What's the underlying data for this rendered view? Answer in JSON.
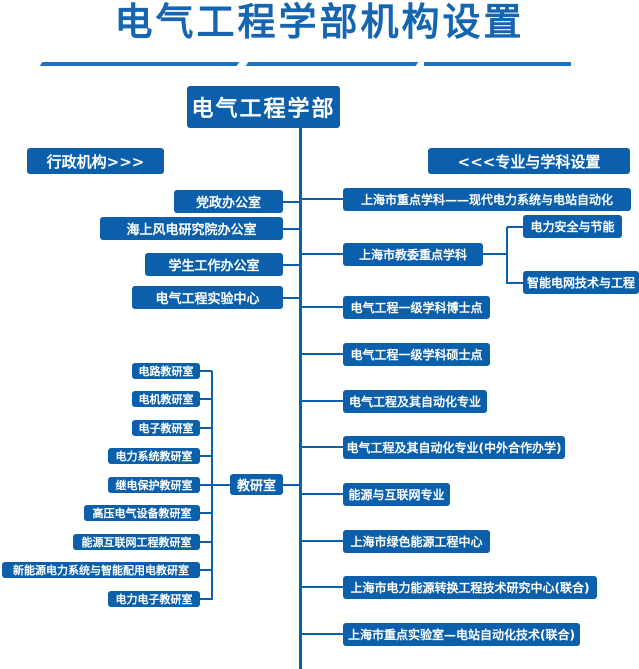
{
  "title": "电气工程学部机构设置",
  "root": "电气工程学部",
  "left_header": "行政机构>>>",
  "right_header": "<<<专业与学科设置",
  "admin_offices": [
    "党政办公室",
    "海上风电研究院办公室",
    "学生工作办公室",
    "电气工程实验中心"
  ],
  "teaching_group": {
    "label": "教研室",
    "items": [
      "电路教研室",
      "电机教研室",
      "电子教研室",
      "电力系统教研室",
      "继电保护教研室",
      "高压电气设备教研室",
      "能源互联网工程教研室",
      "新能源电力系统与智能配用电教研室",
      "电力电子教研室"
    ]
  },
  "disciplines": [
    "上海市重点学科——现代电力系统与电站自动化",
    "上海市教委重点学科",
    "电气工程一级学科博士点",
    "电气工程一级学科硕士点",
    "电气工程及其自动化专业",
    "电气工程及其自动化专业(中外合作办学)",
    "能源与互联网专业",
    "上海市绿色能源工程中心",
    "上海市电力能源转换工程技术研究中心(联合)",
    "上海市重点实验室—电站自动化技术(联合)"
  ],
  "key_discipline_subs": [
    "电力安全与节能",
    "智能电网技术与工程"
  ],
  "colors": {
    "primary": "#0b5fab",
    "title": "#1565b0"
  }
}
